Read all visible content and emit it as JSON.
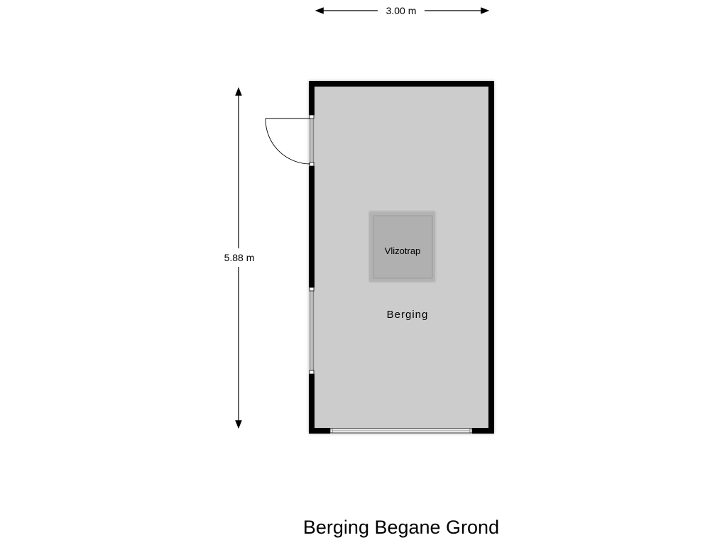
{
  "plan": {
    "title": "Berging Begane Grond",
    "width_dimension": "3.00 m",
    "height_dimension": "5.88 m",
    "rooms": [
      {
        "name": "Berging"
      },
      {
        "name": "Vlizotrap"
      }
    ]
  },
  "colors": {
    "floor": "#cccccc",
    "wall": "#000000",
    "hatch": "#b3b3b3"
  }
}
